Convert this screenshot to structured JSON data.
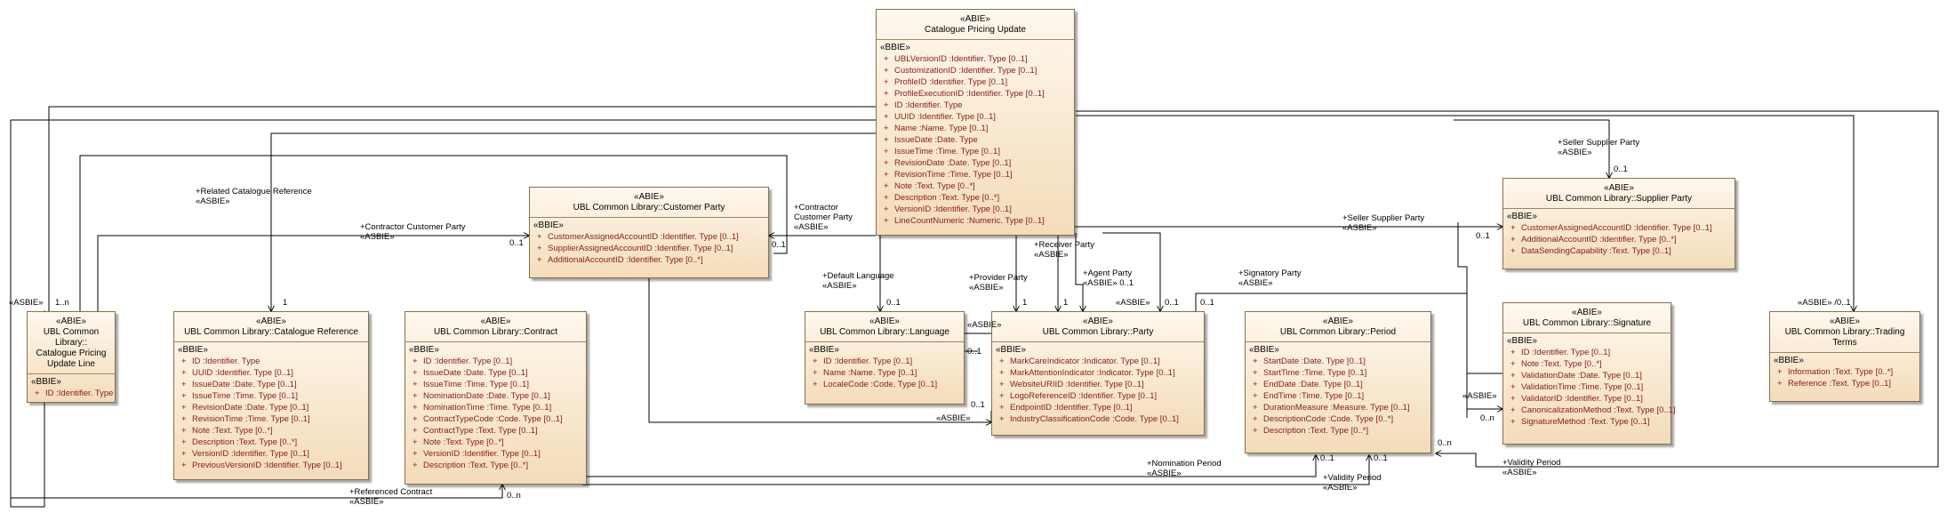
{
  "classes": {
    "cpu": {
      "stereotype": "«ABIE»",
      "name": "Catalogue Pricing Update",
      "section": "«BBIE»",
      "attrs": [
        "UBLVersionID  :Identifier. Type [0..1]",
        "CustomizationID  :Identifier. Type [0..1]",
        "ProfileID  :Identifier. Type [0..1]",
        "ProfileExecutionID  :Identifier. Type [0..1]",
        "ID  :Identifier. Type",
        "UUID  :Identifier. Type [0..1]",
        "Name  :Name. Type [0..1]",
        "IssueDate  :Date. Type",
        "IssueTime  :Time. Type [0..1]",
        "RevisionDate  :Date. Type [0..1]",
        "RevisionTime  :Time. Type [0..1]",
        "Note  :Text. Type [0..*]",
        "Description  :Text. Type [0..*]",
        "VersionID  :Identifier. Type [0..1]",
        "LineCountNumeric  :Numeric. Type [0..1]"
      ]
    },
    "customer_party": {
      "stereotype": "«ABIE»",
      "name": "UBL Common Library::Customer Party",
      "section": "«BBIE»",
      "attrs": [
        "CustomerAssignedAccountID  :Identifier. Type [0..1]",
        "SupplierAssignedAccountID  :Identifier. Type [0..1]",
        "AdditionalAccountID  :Identifier. Type [0..*]"
      ]
    },
    "supplier_party": {
      "stereotype": "«ABIE»",
      "name": "UBL Common Library::Supplier Party",
      "section": "«BBIE»",
      "attrs": [
        "CustomerAssignedAccountID  :Identifier. Type [0..1]",
        "AdditionalAccountID  :Identifier. Type [0..*]",
        "DataSendingCapability  :Text. Type [0..1]"
      ]
    },
    "line": {
      "stereotype": "«ABIE»",
      "name": "UBL Common Library:: Catalogue Pricing Update Line",
      "name_lines": [
        "UBL Common Library::",
        "Catalogue Pricing",
        "Update Line"
      ],
      "section": "«BBIE»",
      "attrs": [
        "ID  :Identifier. Type"
      ]
    },
    "catalogue_reference": {
      "stereotype": "«ABIE»",
      "name": "UBL Common Library::Catalogue Reference",
      "section": "«BBIE»",
      "attrs": [
        "ID  :Identifier. Type",
        "UUID  :Identifier. Type [0..1]",
        "IssueDate  :Date. Type [0..1]",
        "IssueTime  :Time. Type [0..1]",
        "RevisionDate  :Date. Type [0..1]",
        "RevisionTime  :Time. Type [0..1]",
        "Note  :Text. Type [0..*]",
        "Description  :Text. Type [0..*]",
        "VersionID  :Identifier. Type [0..1]",
        "PreviousVersionID  :Identifier. Type [0..1]"
      ]
    },
    "contract": {
      "stereotype": "«ABIE»",
      "name": "UBL Common Library::Contract",
      "section": "«BBIE»",
      "attrs": [
        "ID  :Identifier. Type [0..1]",
        "IssueDate  :Date. Type [0..1]",
        "IssueTime  :Time. Type [0..1]",
        "NominationDate  :Date. Type [0..1]",
        "NominationTime  :Time. Type [0..1]",
        "ContractTypeCode  :Code. Type [0..1]",
        "ContractType  :Text. Type [0..1]",
        "Note  :Text. Type [0..*]",
        "VersionID  :Identifier. Type [0..1]",
        "Description  :Text. Type [0..*]"
      ]
    },
    "language": {
      "stereotype": "«ABIE»",
      "name": "UBL Common Library::Language",
      "section": "«BBIE»",
      "attrs": [
        "ID  :Identifier. Type [0..1]",
        "Name  :Name. Type [0..1]",
        "LocaleCode  :Code. Type [0..1]"
      ]
    },
    "party": {
      "stereotype": "«ABIE»",
      "name": "UBL Common Library::Party",
      "section": "«BBIE»",
      "attrs": [
        "MarkCareIndicator  :Indicator. Type [0..1]",
        "MarkAttentionIndicator  :Indicator. Type [0..1]",
        "WebsiteURIID  :Identifier. Type [0..1]",
        "LogoReferenceID  :Identifier. Type [0..1]",
        "EndpointID  :Identifier. Type [0..1]",
        "IndustryClassificationCode  :Code. Type [0..1]"
      ]
    },
    "period": {
      "stereotype": "«ABIE»",
      "name": "UBL Common Library::Period",
      "section": "«BBIE»",
      "attrs": [
        "StartDate  :Date. Type [0..1]",
        "StartTime  :Time. Type [0..1]",
        "EndDate  :Date. Type [0..1]",
        "EndTime  :Time. Type [0..1]",
        "DurationMeasure  :Measure. Type [0..1]",
        "DescriptionCode  :Code. Type [0..*]",
        "Description  :Text. Type [0..*]"
      ]
    },
    "signature": {
      "stereotype": "«ABIE»",
      "name": "UBL Common Library::Signature",
      "section": "«BBIE»",
      "attrs": [
        "ID  :Identifier. Type [0..1]",
        "Note  :Text. Type [0..*]",
        "ValidationDate  :Date. Type [0..1]",
        "ValidationTime  :Time. Type [0..1]",
        "ValidatorID  :Identifier. Type [0..1]",
        "CanonicalizationMethod  :Text. Type [0..1]",
        "SignatureMethod  :Text. Type [0..1]"
      ]
    },
    "trading_terms": {
      "stereotype": "«ABIE»",
      "name": "UBL Common Library::Trading Terms",
      "name_lines": [
        "UBL Common Library::Trading",
        "Terms"
      ],
      "section": "«BBIE»",
      "attrs": [
        "Information  :Text. Type [0..*]",
        "Reference  :Text. Type [0..1]"
      ]
    }
  },
  "labels": {
    "related_catalogue_reference": "+Related Catalogue Reference",
    "contractor_customer_party": "+Contractor Customer Party",
    "contractor_customer_party_2a": "+Contractor",
    "contractor_customer_party_2b": "Customer Party",
    "seller_supplier_party": "+Seller Supplier Party",
    "default_language": "+Default Language",
    "provider_party": "+Provider Party",
    "receiver_party": "+Receiver Party",
    "agent_party": "+Agent Party",
    "signatory_party": "+Signatory Party",
    "nomination_period": "+Nomination Period",
    "validity_period": "+Validity Period",
    "referenced_contract": "+Referenced Contract",
    "asbie": "«ASBIE»",
    "asbie_01": "«ASBIE» 0..1",
    "m01": "0..1",
    "m1": "1",
    "m0n": "0..n",
    "m1n": "1..n",
    "asbie_m01": "«ASBIE» /0..1"
  },
  "colors": {
    "border": "#8a6e4c",
    "attr_text": "#8a1a1a",
    "wire": "#000000"
  }
}
